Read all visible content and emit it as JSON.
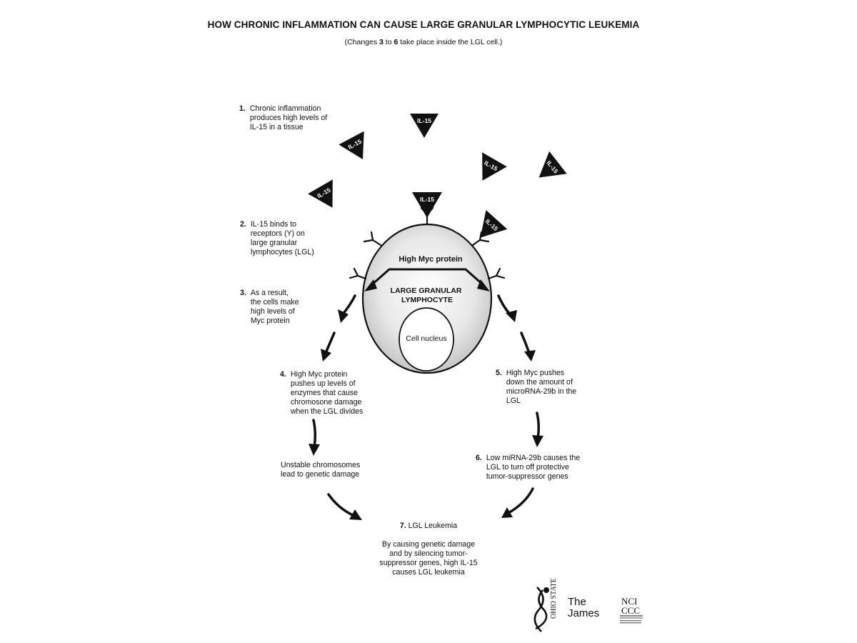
{
  "title": "HOW CHRONIC INFLAMMATION CAN CAUSE LARGE GRANULAR LYMPHOCYTIC LEUKEMIA",
  "subtitle": {
    "prefix": "(Changes ",
    "from": "3",
    "mid": " to ",
    "to": "6",
    "suffix": " take place inside the LGL cell.)"
  },
  "steps": [
    {
      "num": "1.",
      "text": "Chronic inflammation\nproduces high levels of\nIL-15 in a tissue"
    },
    {
      "num": "2.",
      "text": "IL-15 binds to\nreceptors (Y) on\nlarge granular\nlymphocytes (LGL)"
    },
    {
      "num": "3.",
      "text": "As a result,\nthe cells make\nhigh levels of\nMyc protein"
    },
    {
      "num": "4.",
      "text": "High Myc protein\npushes up levels of\nenzymes that cause\nchromosone damage\nwhen the LGL divides"
    },
    {
      "num": "5.",
      "text": "High Myc pushes\ndown the amount of\nmicroRNA-29b in the\nLGL"
    },
    {
      "num": "6.",
      "text": "Low miRNA-29b causes the\nLGL to turn off protective\ntumor-suppressor genes"
    }
  ],
  "unstable_text": "Unstable chromosomes\nlead to genetic damage",
  "final": {
    "num": "7.",
    "title": "LGL Leukemia",
    "text": "By causing genetic damage\nand by silencing tumor-\nsuppressor genes, high IL-15\ncauses LGL leukemia"
  },
  "cell": {
    "myc_label": "High Myc protein",
    "cell_label": "LARGE GRANULAR\nLYMPHOCYTE",
    "nucleus_label": "Cell nucleus"
  },
  "il15_label": "IL-15",
  "logos": {
    "osu_word": "OHIO STATE",
    "james_text": "The\nJames",
    "nci_text": "NCI\nCCC"
  },
  "colors": {
    "ink": "#111111",
    "cell_fill": "#e6e6e6",
    "background": "#ffffff"
  }
}
